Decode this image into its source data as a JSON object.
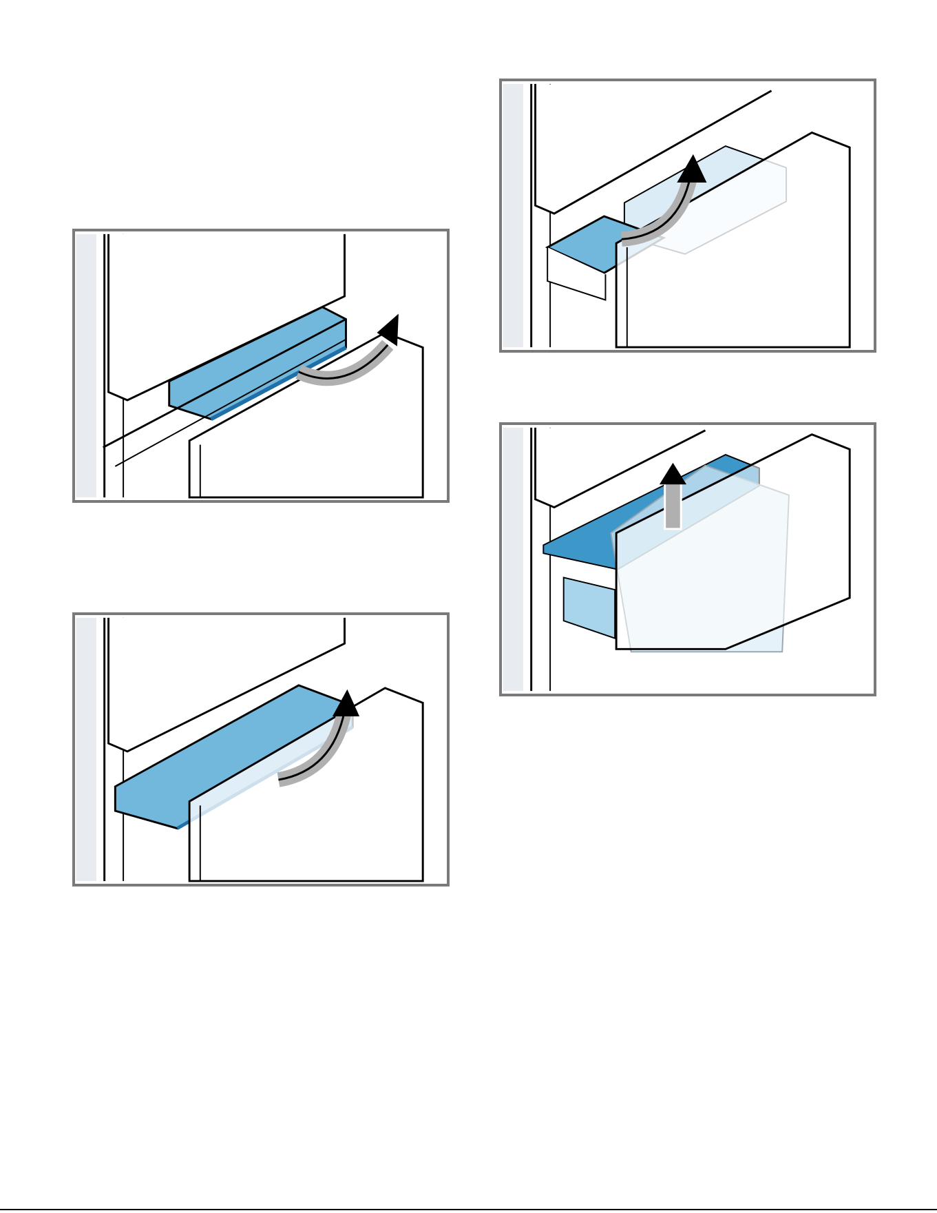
{
  "figures": [
    {
      "id": "step-1",
      "motion": "lift-forward",
      "arrow": "curved-arrow-icon"
    },
    {
      "id": "step-2",
      "motion": "lift-forward",
      "arrow": "curved-arrow-icon"
    },
    {
      "id": "step-3",
      "motion": "lift-out",
      "arrow": "curved-arrow-icon"
    },
    {
      "id": "step-4",
      "motion": "lift-up",
      "arrow": "up-arrow-icon"
    }
  ],
  "colors": {
    "frame": "#7a7a7a",
    "drawer": "#72b8dc",
    "drawer_dark": "#3e97c9",
    "glass": "#dcecf6",
    "arrow": "#000000",
    "rail": "#e8ecf0"
  }
}
